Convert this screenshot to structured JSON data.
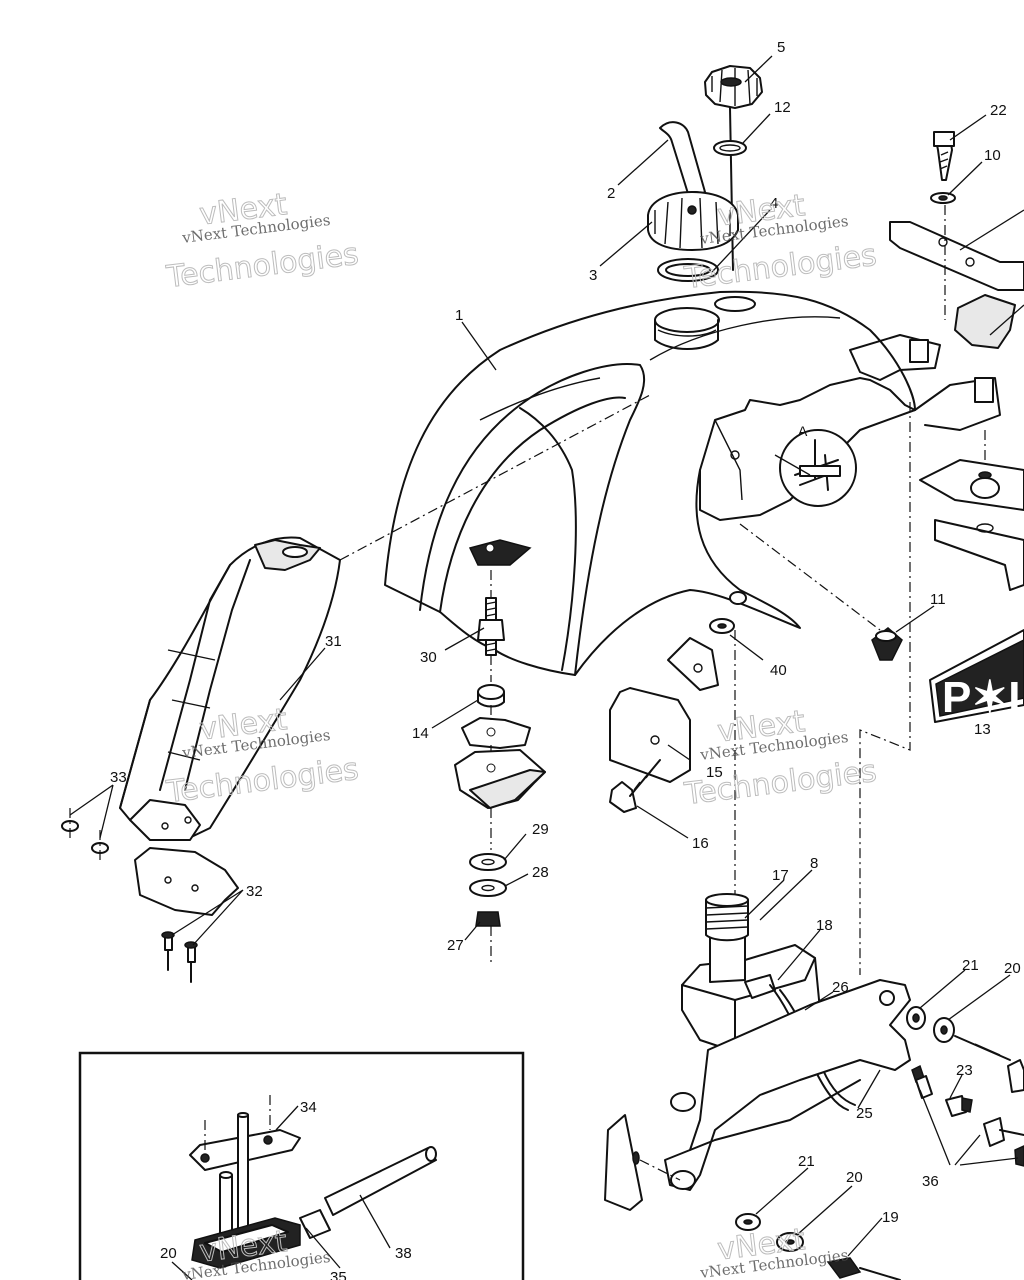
{
  "callouts": [
    {
      "id": "5",
      "text": "5"
    },
    {
      "id": "12",
      "text": "12"
    },
    {
      "id": "2",
      "text": "2"
    },
    {
      "id": "4",
      "text": "4"
    },
    {
      "id": "3",
      "text": "3"
    },
    {
      "id": "1",
      "text": "1"
    },
    {
      "id": "22",
      "text": "22"
    },
    {
      "id": "10",
      "text": "10"
    },
    {
      "id": "A",
      "text": "A"
    },
    {
      "id": "31",
      "text": "31"
    },
    {
      "id": "30",
      "text": "30"
    },
    {
      "id": "14",
      "text": "14"
    },
    {
      "id": "40",
      "text": "40"
    },
    {
      "id": "11",
      "text": "11"
    },
    {
      "id": "13",
      "text": "13"
    },
    {
      "id": "15",
      "text": "15"
    },
    {
      "id": "16",
      "text": "16"
    },
    {
      "id": "33",
      "text": "33"
    },
    {
      "id": "29",
      "text": "29"
    },
    {
      "id": "28",
      "text": "28"
    },
    {
      "id": "32",
      "text": "32"
    },
    {
      "id": "27",
      "text": "27"
    },
    {
      "id": "17",
      "text": "17"
    },
    {
      "id": "8",
      "text": "8"
    },
    {
      "id": "18",
      "text": "18"
    },
    {
      "id": "26",
      "text": "26"
    },
    {
      "id": "21a",
      "text": "21"
    },
    {
      "id": "20a",
      "text": "20"
    },
    {
      "id": "23",
      "text": "23"
    },
    {
      "id": "25",
      "text": "25"
    },
    {
      "id": "36",
      "text": "36"
    },
    {
      "id": "21b",
      "text": "21"
    },
    {
      "id": "20b",
      "text": "20"
    },
    {
      "id": "19",
      "text": "19"
    },
    {
      "id": "34",
      "text": "34"
    },
    {
      "id": "38",
      "text": "38"
    },
    {
      "id": "20c",
      "text": "20"
    },
    {
      "id": "35",
      "text": "35"
    }
  ],
  "watermark": {
    "line1": "vNext Technologies",
    "big_a": "vNext",
    "big_b": "Technologies"
  },
  "logo": {
    "text": "P✶L"
  }
}
